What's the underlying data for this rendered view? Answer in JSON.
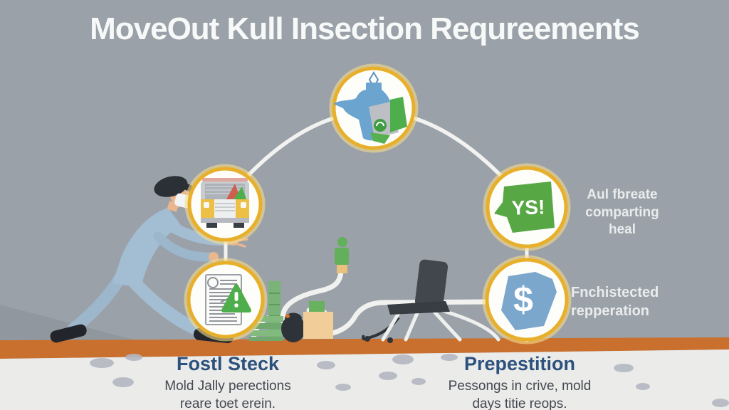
{
  "title": "MoveOut Kull Insection Requreements",
  "colors": {
    "background": "#9ba1a8",
    "accent_gold": "#e8b02a",
    "green": "#4fae4c",
    "blue": "#7ba7cd",
    "floor_orange": "#c9702e",
    "heading_blue": "#2c517c"
  },
  "nodes": {
    "top": {
      "icon": "cleaning-supplies-icon"
    },
    "truck": {
      "icon": "moving-truck-icon"
    },
    "document": {
      "icon": "document-warning-icon"
    },
    "yes": {
      "badge": "YS!",
      "note_lines": [
        "Aul fbreate",
        "comparting",
        "heal"
      ]
    },
    "dollar": {
      "badge": "$",
      "note_lines": [
        "Fnchistected",
        "repperation"
      ]
    }
  },
  "footer": {
    "left": {
      "heading": "Fostl Steck",
      "lines": [
        "Mold Jally perections",
        "reare toet erein."
      ]
    },
    "right": {
      "heading": "Prepestition",
      "lines": [
        "Pessongs in crive, mold",
        "days titie reops."
      ]
    }
  }
}
